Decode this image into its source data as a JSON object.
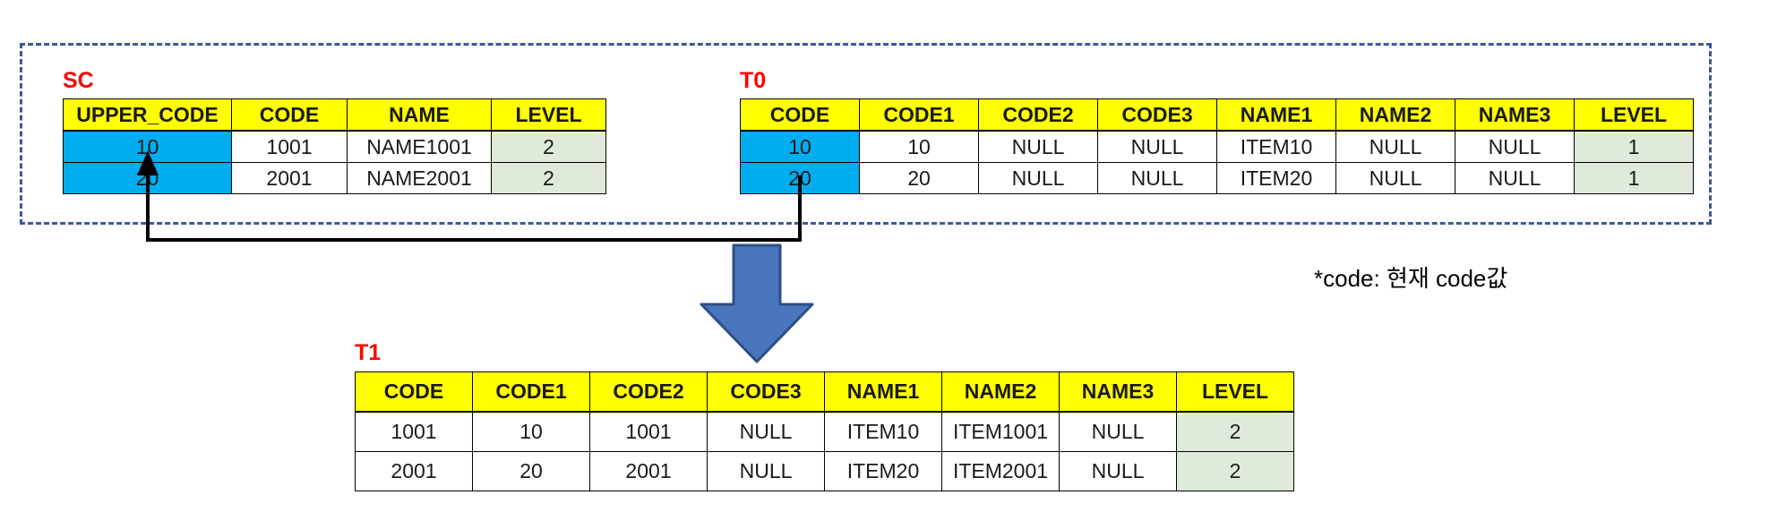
{
  "diagram": {
    "footnote": "*code: 현재 code값",
    "colors": {
      "header_fill": "#FFFF00",
      "key_fill": "#00AEEF",
      "level_fill": "#DFEADA",
      "title_color": "#FF0000",
      "dashed_border": "#3B5998",
      "arrow_fill": "#4A76BE",
      "arrow_stroke": "#2E4E86",
      "connector": "#000000"
    },
    "group_box": {
      "label": ""
    },
    "tables": {
      "sc": {
        "title": "SC",
        "columns": [
          "UPPER_CODE",
          "CODE",
          "NAME",
          "LEVEL"
        ],
        "rows": [
          {
            "UPPER_CODE": "10",
            "CODE": "1001",
            "NAME": "NAME1001",
            "LEVEL": "2"
          },
          {
            "UPPER_CODE": "20",
            "CODE": "2001",
            "NAME": "NAME2001",
            "LEVEL": "2"
          }
        ]
      },
      "t0": {
        "title": "T0",
        "columns": [
          "CODE",
          "CODE1",
          "CODE2",
          "CODE3",
          "NAME1",
          "NAME2",
          "NAME3",
          "LEVEL"
        ],
        "rows": [
          {
            "CODE": "10",
            "CODE1": "10",
            "CODE2": "NULL",
            "CODE3": "NULL",
            "NAME1": "ITEM10",
            "NAME2": "NULL",
            "NAME3": "NULL",
            "LEVEL": "1"
          },
          {
            "CODE": "20",
            "CODE1": "20",
            "CODE2": "NULL",
            "CODE3": "NULL",
            "NAME1": "ITEM20",
            "NAME2": "NULL",
            "NAME3": "NULL",
            "LEVEL": "1"
          }
        ]
      },
      "t1": {
        "title": "T1",
        "columns": [
          "CODE",
          "CODE1",
          "CODE2",
          "CODE3",
          "NAME1",
          "NAME2",
          "NAME3",
          "LEVEL"
        ],
        "rows": [
          {
            "CODE": "1001",
            "CODE1": "10",
            "CODE2": "1001",
            "CODE3": "NULL",
            "NAME1": "ITEM10",
            "NAME2": "ITEM1001",
            "NAME3": "NULL",
            "LEVEL": "2"
          },
          {
            "CODE": "2001",
            "CODE1": "20",
            "CODE2": "2001",
            "CODE3": "NULL",
            "NAME1": "ITEM20",
            "NAME2": "ITEM2001",
            "NAME3": "NULL",
            "LEVEL": "2"
          }
        ]
      }
    },
    "icons": {
      "join_connector": "elbow-arrow-icon",
      "transform_arrow": "down-arrow-icon"
    }
  }
}
